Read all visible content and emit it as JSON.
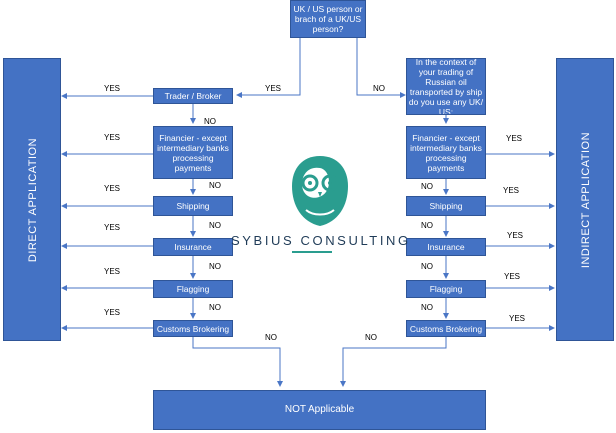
{
  "question_top": "UK / US person or brach of a UK/US person?",
  "question_right": "In the context of your trading of Russian oil transported by ship do you use any UK/ US:",
  "left_column": [
    "Trader / Broker",
    "Financier - except intermediary banks processing payments",
    "Shipping",
    "Insurance",
    "Flagging",
    "Customs Brokering"
  ],
  "right_column": [
    "Financier - except intermediary banks processing payments",
    "Shipping",
    "Insurance",
    "Flagging",
    "Customs Brokering"
  ],
  "direct_application": "DIRECT APPLICATION",
  "indirect_application": "INDIRECT APPLICATION",
  "not_applicable": "NOT Applicable",
  "brand": "SYBIUS CONSULTING",
  "labels": {
    "yes": "YES",
    "no": "NO"
  },
  "colors": {
    "box": "#4472c4",
    "box_border": "#2f5597",
    "arrow": "#4a76c6",
    "logo": "#2a9d8f",
    "brand_text": "#1f3b57"
  }
}
